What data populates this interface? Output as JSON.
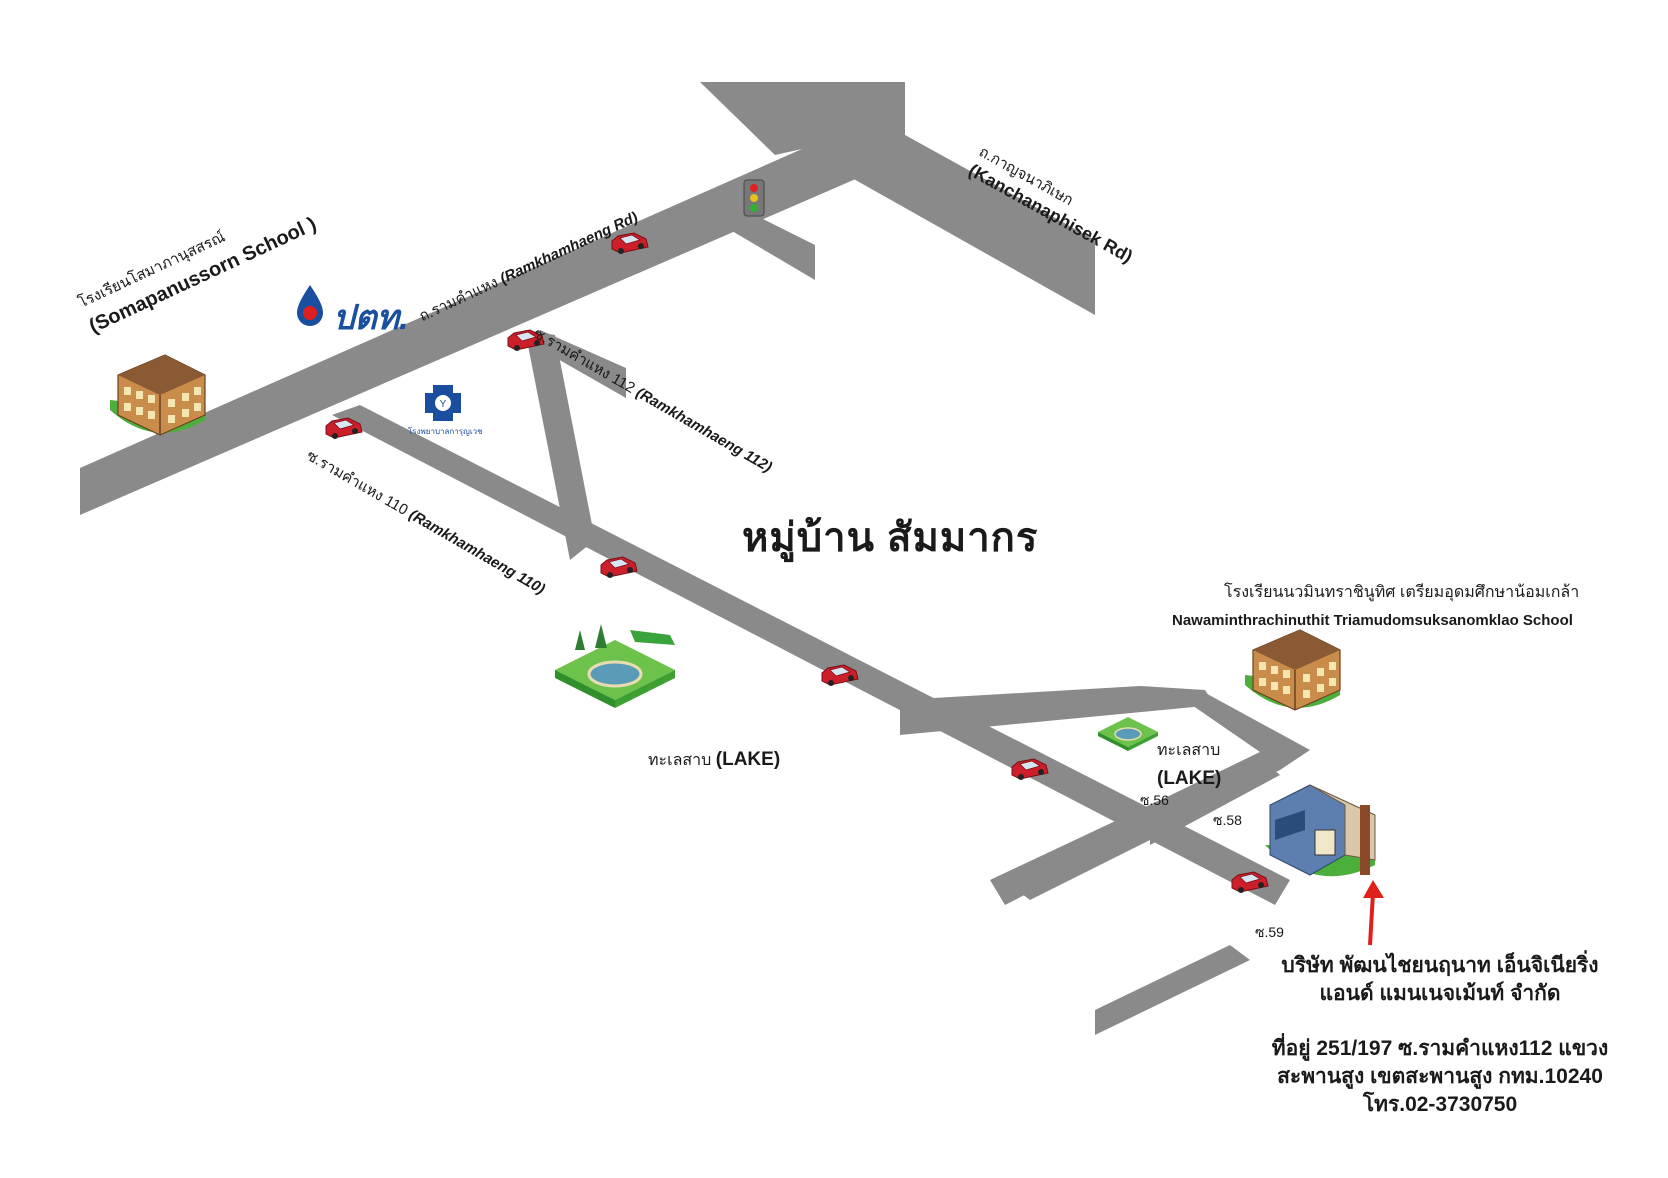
{
  "map_title": "หมู่บ้าน สัมมากร",
  "roads": {
    "ramkhamhaeng": {
      "th": "ถ.รามคำแหง",
      "en": "(Ramkhamhaeng Rd)"
    },
    "kanchanaphisek": {
      "th": "ถ.กาญจนาภิเษก",
      "en": "(Kanchanaphisek Rd)"
    },
    "ram112": {
      "th": "ซ.รามคำแหง 112",
      "en": "(Ramkhamhaeng 112)"
    },
    "ram110": {
      "th": "ซ.รามคำแหง 110",
      "en": "(Ramkhamhaeng 110)"
    }
  },
  "landmarks": {
    "somapanussorn_th": "โรงเรียนโสมาภานุสสรณ์",
    "somapanussorn_en": "(Somapanussorn School )",
    "ptt_logo": "ปตท.",
    "hospital_logo": "โรงพยาบาลการุญเวช",
    "lake1_th": "ทะเลสาบ",
    "lake1_en": "(LAKE)",
    "lake2_th": "ทะเลสาบ",
    "lake2_en": "(LAKE)",
    "nawamin_th": "โรงเรียนนวมินทราชินูทิศ เตรียมอุดมศึกษาน้อมเกล้า",
    "nawamin_en": "Nawaminthrachinuthit Triamudomsuksanomklao School"
  },
  "sois": {
    "s56": "ซ.56",
    "s58": "ซ.58",
    "s59": "ซ.59"
  },
  "company": {
    "name_line1": "บริษัท พัฒนไชยนฤนาท เอ็นจิเนียริ่ง",
    "name_line2": "แอนด์ แมนเนจเม้นท์ จำกัด",
    "address_line1": "ที่อยู่ 251/197 ซ.รามคำแหง112 แขวง",
    "address_line2": "สะพานสูง เขตสะพานสูง กทม.10240",
    "phone": "โทร.02-3730750"
  },
  "colors": {
    "road": "#8a8a8a",
    "car": "#cc1f2a",
    "arrow": "#e0201b",
    "grass": "#4caf3c"
  },
  "icons": [
    "traffic-light-icon",
    "car-icon",
    "school-building-icon",
    "park-lake-icon",
    "house-icon",
    "ptt-logo-icon",
    "hospital-logo-icon",
    "location-arrow-icon"
  ]
}
